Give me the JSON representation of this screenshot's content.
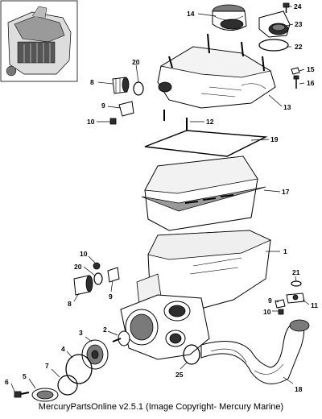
{
  "callouts": [
    "1",
    "2",
    "3",
    "4",
    "5",
    "6",
    "7",
    "8",
    "8",
    "9",
    "9",
    "9",
    "10",
    "10",
    "10",
    "11",
    "12",
    "13",
    "14",
    "15",
    "16",
    "17",
    "18",
    "19",
    "20",
    "20",
    "21",
    "22",
    "23",
    "24",
    "25"
  ],
  "caption": "MercuryPartsOnline v2.5.1 (Image Copyright- Mercury Marine)"
}
